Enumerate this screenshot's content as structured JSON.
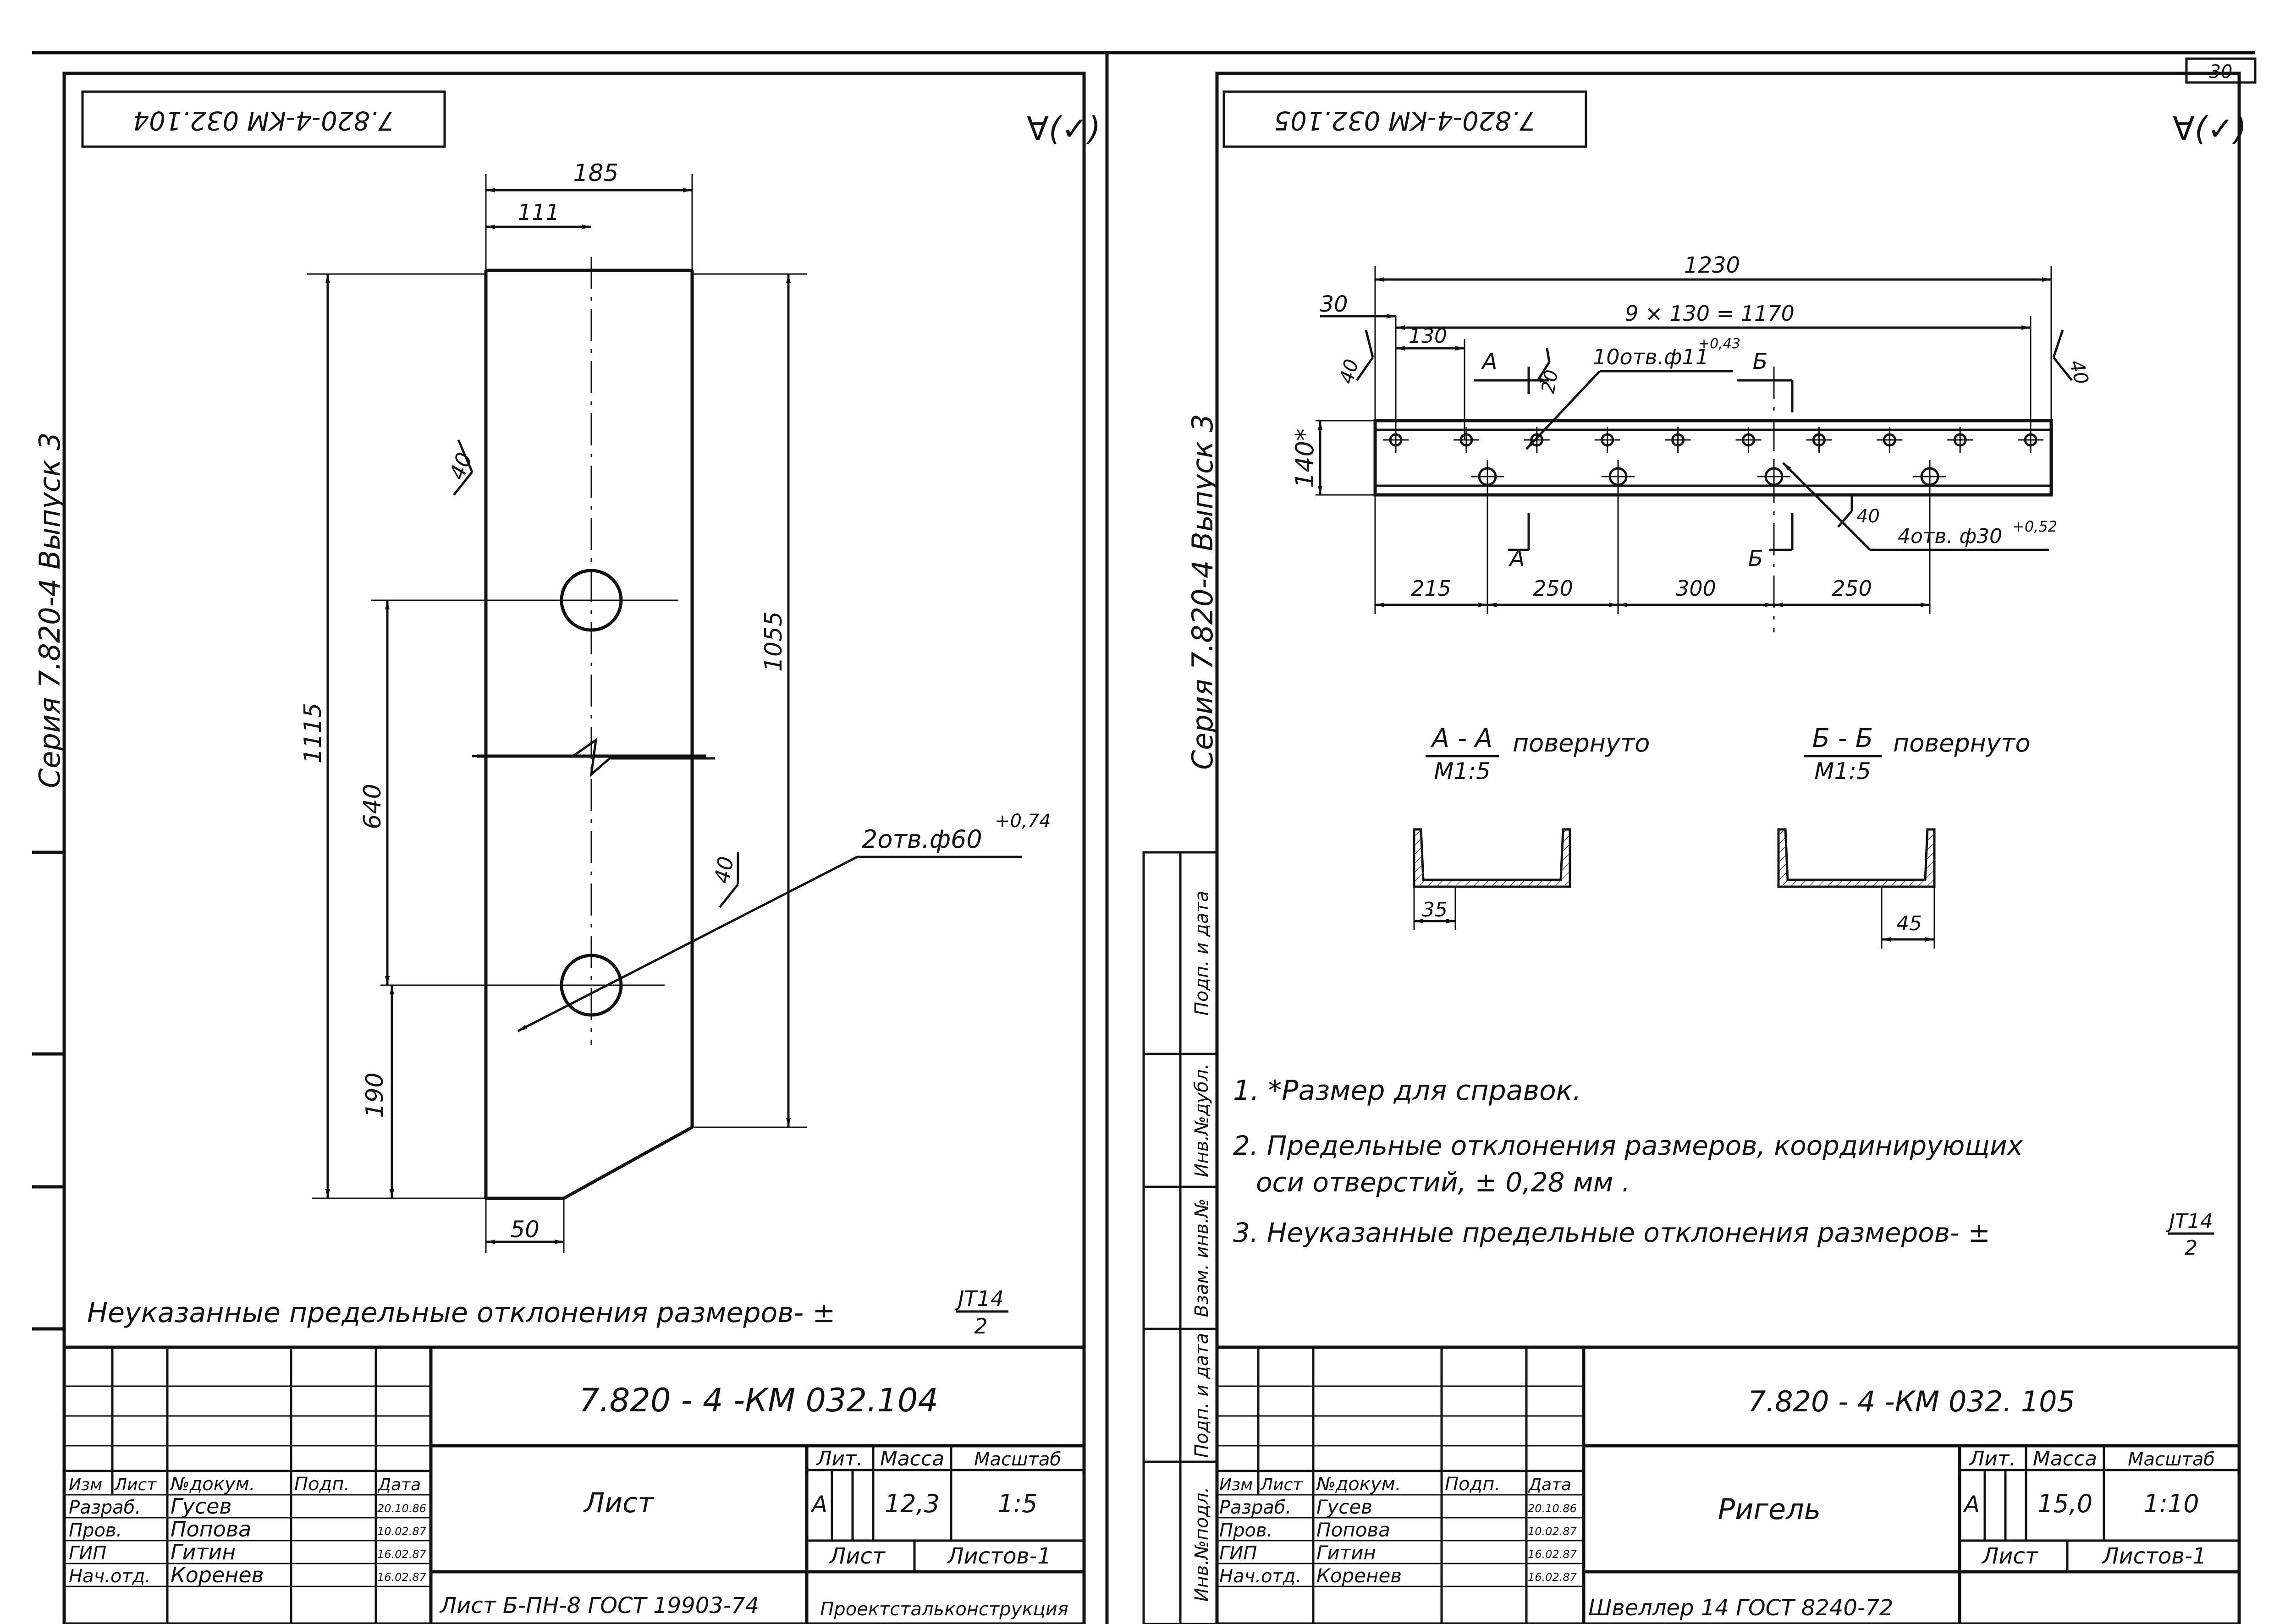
{
  "page_number": "30",
  "left": {
    "doc_code_mirrored": "7.820-4-KM 032.104",
    "roughness": "∀(✓)",
    "series_side": "Серия 7.820-4   Выпуск 3",
    "dims": {
      "d185": "185",
      "d111": "111",
      "d1115": "1115",
      "d1055": "1055",
      "d640": "640",
      "d190": "190",
      "d50": "50",
      "d40a": "40",
      "d40b": "40",
      "hole_callout": "2отв.ф60",
      "hole_tol": "+0,74"
    },
    "note": "Неуказанные   предельные отклонения размеров- ±",
    "note_frac_num": "JT14",
    "note_frac_den": "2",
    "title_block": {
      "code": "7.820 - 4 -КМ 032.104",
      "col_izm": "Изм",
      "col_list": "Лист",
      "col_doc": "№докум.",
      "col_podp": "Подп.",
      "col_data": "Дата",
      "rows": [
        {
          "role": "Разраб.",
          "name": "Гусев",
          "date": "20.10.86"
        },
        {
          "role": "Пров.",
          "name": "Попова",
          "date": "10.02.87"
        },
        {
          "role": "ГИП",
          "name": "Гитин",
          "date": "16.02.87"
        },
        {
          "role": "Нач.отд.",
          "name": "Коренев",
          "date": "16.02.87"
        }
      ],
      "name": "Лист",
      "material": "Лист  Б-ПН-8 ГОСТ 19903-74",
      "lit_h": "Лит.",
      "massa_h": "Масса",
      "scale_h": "Масштаб",
      "lit": "А",
      "massa": "12,3",
      "scale": "1:5",
      "list_h": "Лист",
      "listov_h": "Листов-1",
      "org": "Проектстальконструкция"
    }
  },
  "right": {
    "doc_code_mirrored": "7.820-4-KM 032.105",
    "roughness": "∀(✓)",
    "series_side": "Серия 7.820-4   Выпуск 3",
    "dims": {
      "d1230": "1230",
      "d1170": "9 × 130 = 1170",
      "d30": "30",
      "d130": "130",
      "d40l": "40",
      "d40r": "40",
      "d20": "20",
      "d140": "140*",
      "holes_small": "10отв.ф11",
      "holes_small_tol": "+0,43",
      "d40c": "40",
      "holes_big": "4отв. ф30",
      "holes_big_tol": "+0,52",
      "d215": "215",
      "d250a": "250",
      "d300": "300",
      "d250b": "250",
      "sec_a_mark": "А",
      "sec_b_mark": "Б",
      "d35": "35",
      "d45": "45"
    },
    "section_a": {
      "label": "А - А",
      "scale": "М1:5",
      "note": "повернуто"
    },
    "section_b": {
      "label": "Б - Б",
      "scale": "М1:5",
      "note": "повернуто"
    },
    "notes": [
      "1. *Размер   для   справок.",
      "2. Предельные   отклонения  размеров, координирующих",
      "оси  отверстий, ± 0,28 мм .",
      "3. Неуказанные предельные  отклонения  размеров-  ±"
    ],
    "note3_frac_num": "JT14",
    "note3_frac_den": "2",
    "side_stamps": [
      "Подп. и дата",
      "Взам. инв.№",
      "Инв.№дубл.",
      "Подп. и дата",
      "Инв.№подл."
    ],
    "title_block": {
      "code": "7.820 - 4 -КМ 032. 105",
      "col_izm": "Изм",
      "col_list": "Лист",
      "col_doc": "№докум.",
      "col_podp": "Подп.",
      "col_data": "Дата",
      "rows": [
        {
          "role": "Разраб.",
          "name": "Гусев",
          "date": "20.10.86"
        },
        {
          "role": "Пров.",
          "name": "Попова",
          "date": "10.02.87"
        },
        {
          "role": "ГИП",
          "name": "Гитин",
          "date": "16.02.87"
        },
        {
          "role": "Нач.отд.",
          "name": "Коренев",
          "date": "16.02.87"
        }
      ],
      "name": "Ригель",
      "material": "Швеллер 14 ГОСТ 8240-72",
      "lit_h": "Лит.",
      "massa_h": "Масса",
      "scale_h": "Масштаб",
      "lit": "А",
      "massa": "15,0",
      "scale": "1:10",
      "list_h": "Лист",
      "listov_h": "Листов-1"
    }
  }
}
